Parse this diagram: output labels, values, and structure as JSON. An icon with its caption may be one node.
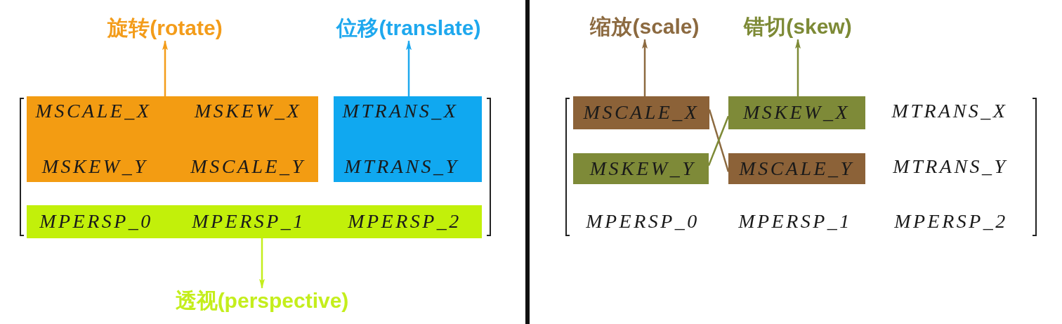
{
  "diagram": {
    "nodes": [
      {
        "text": [
          "旋转(rotate)"
        ]
      },
      {
        "text": [
          "位移(translate)"
        ]
      },
      {
        "text": [
          "MSCALE_X",
          "MSKEW_X",
          "MSKEW_Y",
          "MSCALE_Y"
        ]
      },
      {
        "text": [
          "MTRANS_X",
          "MTRANS_Y"
        ]
      },
      {
        "text": [
          "MPERSP_0",
          "MPERSP_1",
          "MPERSP_2"
        ]
      },
      {
        "text": [
          "透视(perspective)"
        ]
      },
      {
        "text": [
          "缩放(scale)"
        ]
      },
      {
        "text": [
          "错切(skew)"
        ]
      },
      {
        "text": [
          "MSCALE_X"
        ]
      },
      {
        "text": [
          "MSKEW_X"
        ]
      },
      {
        "text": [
          "MSKEW_Y"
        ]
      },
      {
        "text": [
          "MSCALE_Y"
        ]
      }
    ],
    "edges": [
      {
        "from": 2,
        "to": 0,
        "arrow": "to",
        "color": "#f39c1a"
      },
      {
        "from": 3,
        "to": 1,
        "arrow": "to",
        "color": "#1ea8ee"
      },
      {
        "from": 4,
        "to": 5,
        "arrow": "to",
        "color": "#c4ee1c"
      },
      {
        "from": 8,
        "to": 6,
        "arrow": "to",
        "color": "#8c6a40"
      },
      {
        "from": 9,
        "to": 7,
        "arrow": "to",
        "color": "#7d8a36"
      },
      {
        "from": 8,
        "to": 11,
        "arrow": "none",
        "color": "#8c6a40"
      },
      {
        "from": 10,
        "to": 9,
        "arrow": "none",
        "color": "#7d8a36"
      }
    ],
    "labels": [
      "MTRANS_X",
      "MTRANS_Y",
      "MPERSP_0",
      "MPERSP_1",
      "MPERSP_2"
    ]
  }
}
